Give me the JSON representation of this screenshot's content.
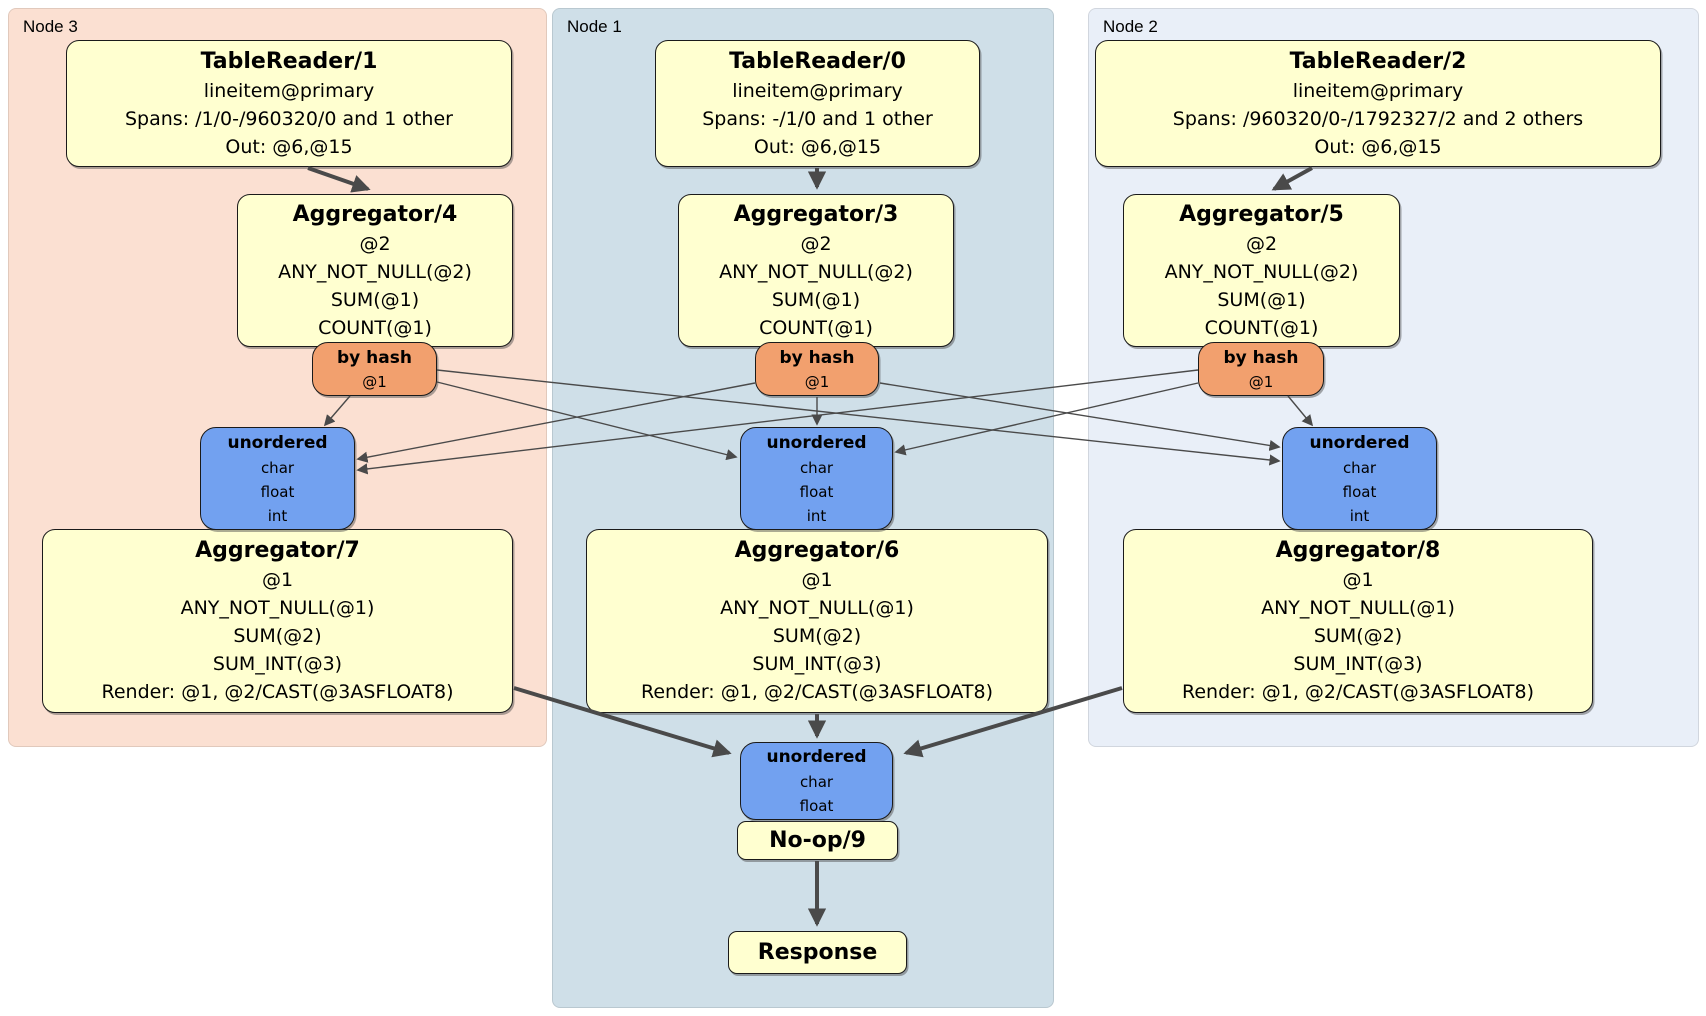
{
  "panels": [
    {
      "label": "Node 3"
    },
    {
      "label": "Node 1"
    },
    {
      "label": "Node 2"
    }
  ],
  "boxes": {
    "tr1": {
      "title": "TableReader/1",
      "lines": [
        "lineitem@primary",
        "Spans: /1/0-/960320/0 and 1 other",
        "Out: @6,@15"
      ]
    },
    "tr0": {
      "title": "TableReader/0",
      "lines": [
        "lineitem@primary",
        "Spans: -/1/0 and 1 other",
        "Out: @6,@15"
      ]
    },
    "tr2": {
      "title": "TableReader/2",
      "lines": [
        "lineitem@primary",
        "Spans: /960320/0-/1792327/2 and 2 others",
        "Out: @6,@15"
      ]
    },
    "agg4": {
      "title": "Aggregator/4",
      "lines": [
        "@2",
        "ANY_NOT_NULL(@2)",
        "SUM(@1)",
        "COUNT(@1)"
      ]
    },
    "agg3": {
      "title": "Aggregator/3",
      "lines": [
        "@2",
        "ANY_NOT_NULL(@2)",
        "SUM(@1)",
        "COUNT(@1)"
      ]
    },
    "agg5": {
      "title": "Aggregator/5",
      "lines": [
        "@2",
        "ANY_NOT_NULL(@2)",
        "SUM(@1)",
        "COUNT(@1)"
      ]
    },
    "hash3": {
      "title": "by hash",
      "lines": [
        "@1"
      ]
    },
    "hash1": {
      "title": "by hash",
      "lines": [
        "@1"
      ]
    },
    "hash2": {
      "title": "by hash",
      "lines": [
        "@1"
      ]
    },
    "un3": {
      "title": "unordered",
      "lines": [
        "char",
        "float",
        "int"
      ]
    },
    "un1": {
      "title": "unordered",
      "lines": [
        "char",
        "float",
        "int"
      ]
    },
    "un2": {
      "title": "unordered",
      "lines": [
        "char",
        "float",
        "int"
      ]
    },
    "agg7": {
      "title": "Aggregator/7",
      "lines": [
        "@1",
        "ANY_NOT_NULL(@1)",
        "SUM(@2)",
        "SUM_INT(@3)",
        "Render: @1, @2/CAST(@3ASFLOAT8)"
      ]
    },
    "agg6": {
      "title": "Aggregator/6",
      "lines": [
        "@1",
        "ANY_NOT_NULL(@1)",
        "SUM(@2)",
        "SUM_INT(@3)",
        "Render: @1, @2/CAST(@3ASFLOAT8)"
      ]
    },
    "agg8": {
      "title": "Aggregator/8",
      "lines": [
        "@1",
        "ANY_NOT_NULL(@1)",
        "SUM(@2)",
        "SUM_INT(@3)",
        "Render: @1, @2/CAST(@3ASFLOAT8)"
      ]
    },
    "unfinal": {
      "title": "unordered",
      "lines": [
        "char",
        "float"
      ]
    },
    "noop": {
      "title": "No-op/9",
      "lines": []
    },
    "response": {
      "title": "Response",
      "lines": []
    }
  },
  "colors": {
    "node3_bg": "#FBE0D2",
    "node1_bg": "#CFDFE8",
    "node2_bg": "#E9EFF8",
    "processor_bg": "#FFFFD0",
    "router_bg": "#F2A06E",
    "sync_bg": "#72A1F0",
    "edge_color": "#4A4A4A"
  }
}
